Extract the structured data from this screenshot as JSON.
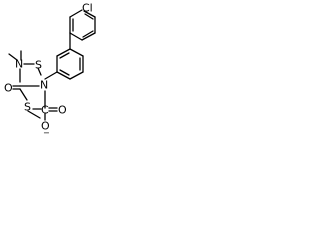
{
  "atoms": {
    "chlorine": "Cl",
    "nitrogen_1": "N",
    "sulfur_1": "S",
    "oxygen_1": "O",
    "nitrogen_2": "N",
    "sulfur_2": "S",
    "oxygen_2": "O",
    "carbon": "C",
    "oxygen_3": "O",
    "minus_charge": "−"
  },
  "colors": {
    "bond": "#000000",
    "background": "#ffffff"
  }
}
